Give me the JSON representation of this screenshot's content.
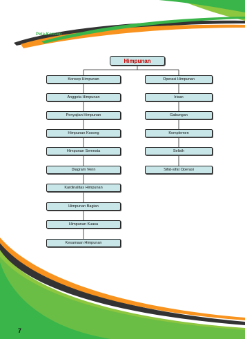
{
  "section_label": "Peta Konsep",
  "page_number": "7",
  "colors": {
    "green": "#39b54a",
    "light_green": "#8dc63f",
    "orange": "#f7931e",
    "node_fill": "#c8e6e8",
    "root_text": "#cc0000"
  },
  "diagram": {
    "root": "Himpunan",
    "left_branch": [
      "Konsep Himpunan",
      "Anggota Himpunan",
      "Penyajian Himpunan",
      "Himpunan Kosong",
      "Himpunan Semesta",
      "Diagram Venn",
      "Kardinalitas Himpunan",
      "Himpunan Bagian",
      "Himpunan Kuasa",
      "Kesamaan Himpunan"
    ],
    "right_branch": [
      "Operasi Himpunan",
      "Irisan",
      "Gabungan",
      "Komplemen",
      "Selisih",
      "Sifat-sifat Operasi"
    ]
  }
}
